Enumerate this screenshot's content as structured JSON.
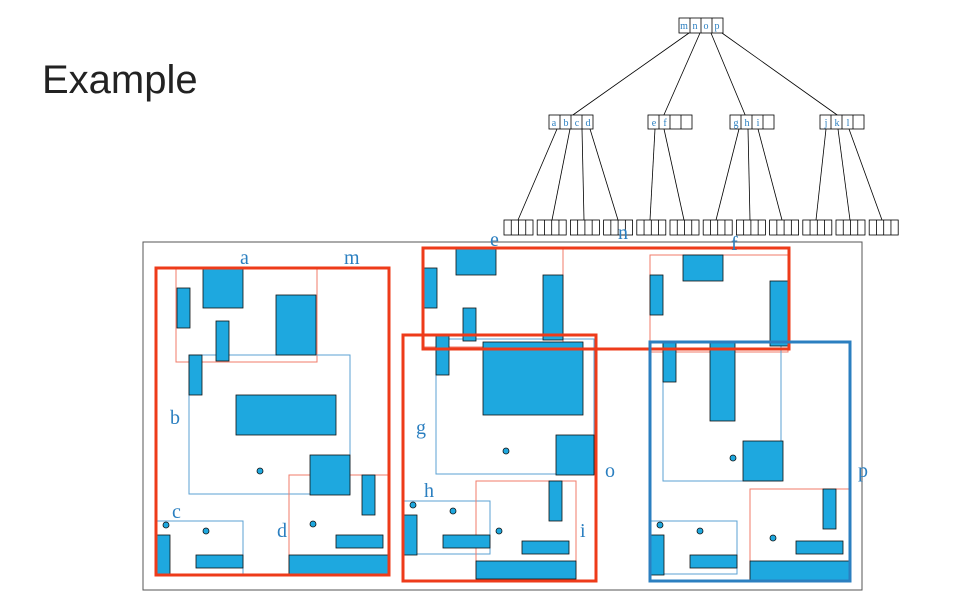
{
  "title": "Example",
  "colors": {
    "fill": "#1ea8df",
    "red": "#ee3b1a",
    "blue": "#2b7fc0",
    "thin_red": "#f07b6a",
    "thin_blue": "#5ba2d3",
    "label": "#2b7fc0"
  },
  "tree": {
    "root": [
      "m",
      "n",
      "o",
      "p"
    ],
    "level1": [
      [
        "a",
        "b",
        "c",
        "d"
      ],
      [
        "e",
        "f",
        "",
        ""
      ],
      [
        "g",
        "h",
        "i",
        ""
      ],
      [
        "j",
        "k",
        "l",
        ""
      ]
    ],
    "leaf_count": 12
  },
  "region_labels": {
    "a": "a",
    "m": "m",
    "b": "b",
    "c": "c",
    "d": "d",
    "e": "e",
    "n": "n",
    "f": "f",
    "g": "g",
    "h": "h",
    "i": "i",
    "o": "o",
    "p": "p"
  }
}
